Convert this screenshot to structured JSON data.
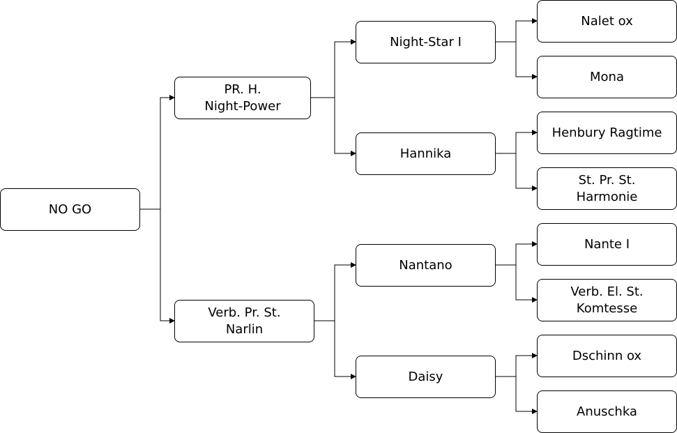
{
  "pedigree": {
    "root": "NO GO",
    "sire": "PR. H.\nNight-Power",
    "dam": "Verb. Pr. St.\nNarlin",
    "sire_sire": "Night-Star I",
    "sire_dam": "Hannika",
    "dam_sire": "Nantano",
    "dam_dam": "Daisy",
    "sire_sire_sire": "Nalet ox",
    "sire_sire_dam": "Mona",
    "sire_dam_sire": "Henbury Ragtime",
    "sire_dam_dam": "St. Pr. St.\nHarmonie",
    "dam_sire_sire": "Nante I",
    "dam_sire_dam": "Verb. El. St.\nKomtesse",
    "dam_dam_sire": "Dschinn ox",
    "dam_dam_dam": "Anuschka"
  }
}
